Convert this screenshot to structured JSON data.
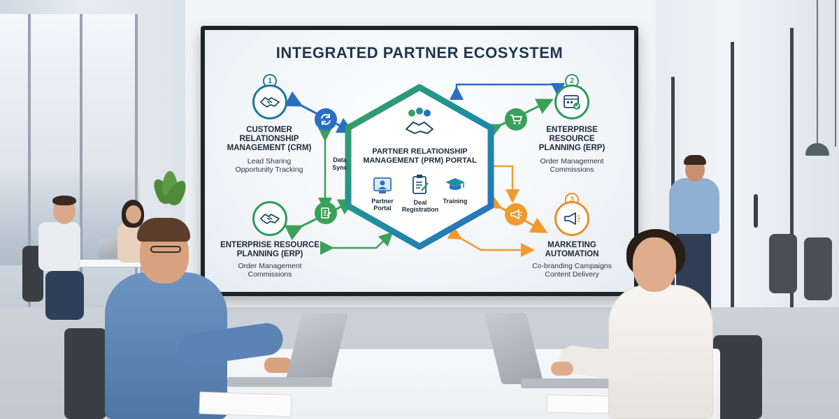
{
  "screen": {
    "title": "INTEGRATED PARTNER ECOSYSTEM",
    "center": {
      "title_line1": "PARTNER RELATIONSHIP",
      "title_line2": "MANAGEMENT (PRM) PORTAL",
      "items": [
        {
          "label_line1": "Partner",
          "label_line2": "Portal",
          "icon": "partner-portal-icon"
        },
        {
          "label_line1": "Deal",
          "label_line2": "Registration",
          "icon": "clipboard-icon"
        },
        {
          "label_line1": "Training",
          "label_line2": "",
          "icon": "graduation-cap-icon"
        }
      ]
    },
    "sync_label_line1": "Data",
    "sync_label_line2": "Sync",
    "nodes": {
      "crm": {
        "number": "1",
        "title": [
          "CUSTOMER",
          "RELATIONSHIP",
          "MANAGEMENT (CRM)"
        ],
        "details": [
          "Lead Sharing",
          "Opportunity Tracking"
        ],
        "icon": "handshake-icon",
        "color": "#1e7a9a"
      },
      "erp_right": {
        "number": "2",
        "title": [
          "ENTERPRISE",
          "RESOURCE",
          "PLANNING (ERP)"
        ],
        "details": [
          "Order Management",
          "Commissions"
        ],
        "icon": "calendar-check-icon",
        "color": "#2e9a5e"
      },
      "erp_left": {
        "title": [
          "ENTERPRISE RESOURCE",
          "PLANNING (ERP)"
        ],
        "details": [
          "Order Management",
          "Commissions"
        ],
        "icon": "handshake-icon",
        "color": "#2e9a5e"
      },
      "marketing": {
        "number": "3",
        "title": [
          "MARKETING",
          "AUTOMATION"
        ],
        "details": [
          "Co-branding Campaigns",
          "Content Delivery"
        ],
        "icon": "megaphone-icon",
        "color": "#e8912a"
      }
    },
    "colors": {
      "blue": "#2a6fc4",
      "teal": "#1e8fa0",
      "green": "#3aa05a",
      "orange": "#ef9a2e",
      "title": "#1f3550"
    }
  }
}
